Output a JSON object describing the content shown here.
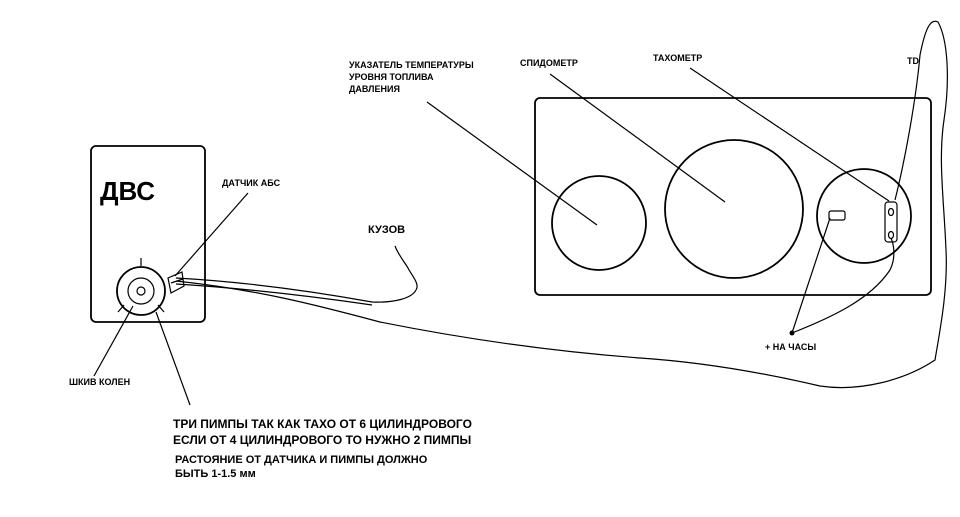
{
  "labels": {
    "engine": "ДВС",
    "abs_sensor": "ДАТЧИК АБС",
    "crank_pulley": "ШКИВ КОЛЕН",
    "note_line1": "ТРИ ПИМПЫ ТАК КАК ТАХО ОТ 6 ЦИЛИНДРОВОГО",
    "note_line2": "ЕСЛИ ОТ 4 ЦИЛИНДРОВОГО ТО НУЖНО 2 ПИМПЫ",
    "distance_line1": "РАСТОЯНИЕ ОТ ДАТЧИКА И ПИМПЫ ДОЛЖНО",
    "distance_line2": "БЫТЬ 1-1.5 мм",
    "body": "КУЗОВ",
    "gauges_line1": "УКАЗАТЕЛЬ ТЕМПЕРАТУРЫ",
    "gauges_line2": "УРОВНЯ ТОПЛИВА",
    "gauges_line3": "ДАВЛЕНИЯ",
    "speedometer": "СПИДОМЕТР",
    "tachometer": "ТАХОМЕТР",
    "td": "TD",
    "clock": "+ НА ЧАСЫ"
  }
}
